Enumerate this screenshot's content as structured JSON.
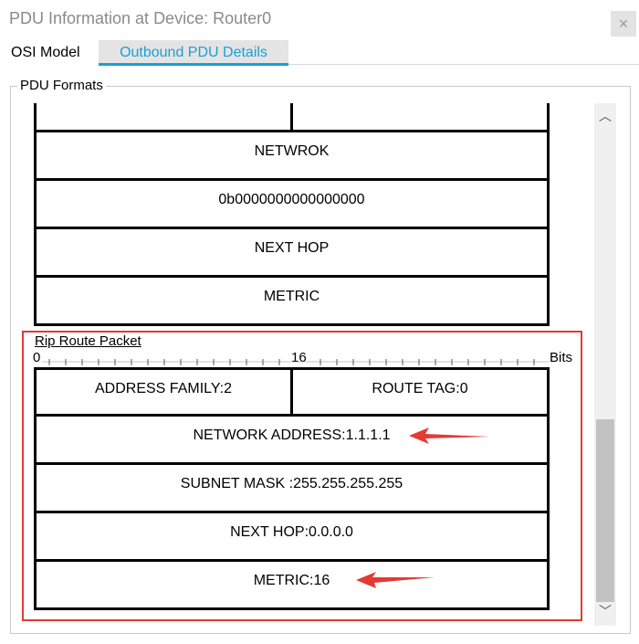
{
  "window": {
    "title": "PDU Information at Device: Router0",
    "close_glyph": "×"
  },
  "tabs": [
    {
      "label": "OSI Model",
      "selected": false
    },
    {
      "label": "Outbound PDU Details",
      "selected": true
    }
  ],
  "group": {
    "legend": "PDU Formats"
  },
  "upper_packet": {
    "fields": [
      "NETWROK",
      "0b0000000000000000",
      "NEXT HOP",
      "METRIC"
    ]
  },
  "rip_packet": {
    "title": "Rip Route Packet",
    "ruler": {
      "start": "0",
      "mid": "16",
      "unit": "Bits"
    },
    "fields": {
      "address_family": "ADDRESS FAMILY:2",
      "route_tag": "ROUTE TAG:0",
      "network_address": "NETWORK ADDRESS:1.1.1.1",
      "subnet_mask": "SUBNET MASK :255.255.255.255",
      "next_hop": "NEXT HOP:0.0.0.0",
      "metric": "METRIC:16"
    }
  },
  "scrollbar": {
    "up_icon": "chevron-up-icon",
    "down_icon": "chevron-down-icon",
    "up_glyph": "︿",
    "down_glyph": "﹀"
  },
  "annotations": {
    "highlight_color": "#e53935",
    "accent_color": "#1a9fd6"
  }
}
